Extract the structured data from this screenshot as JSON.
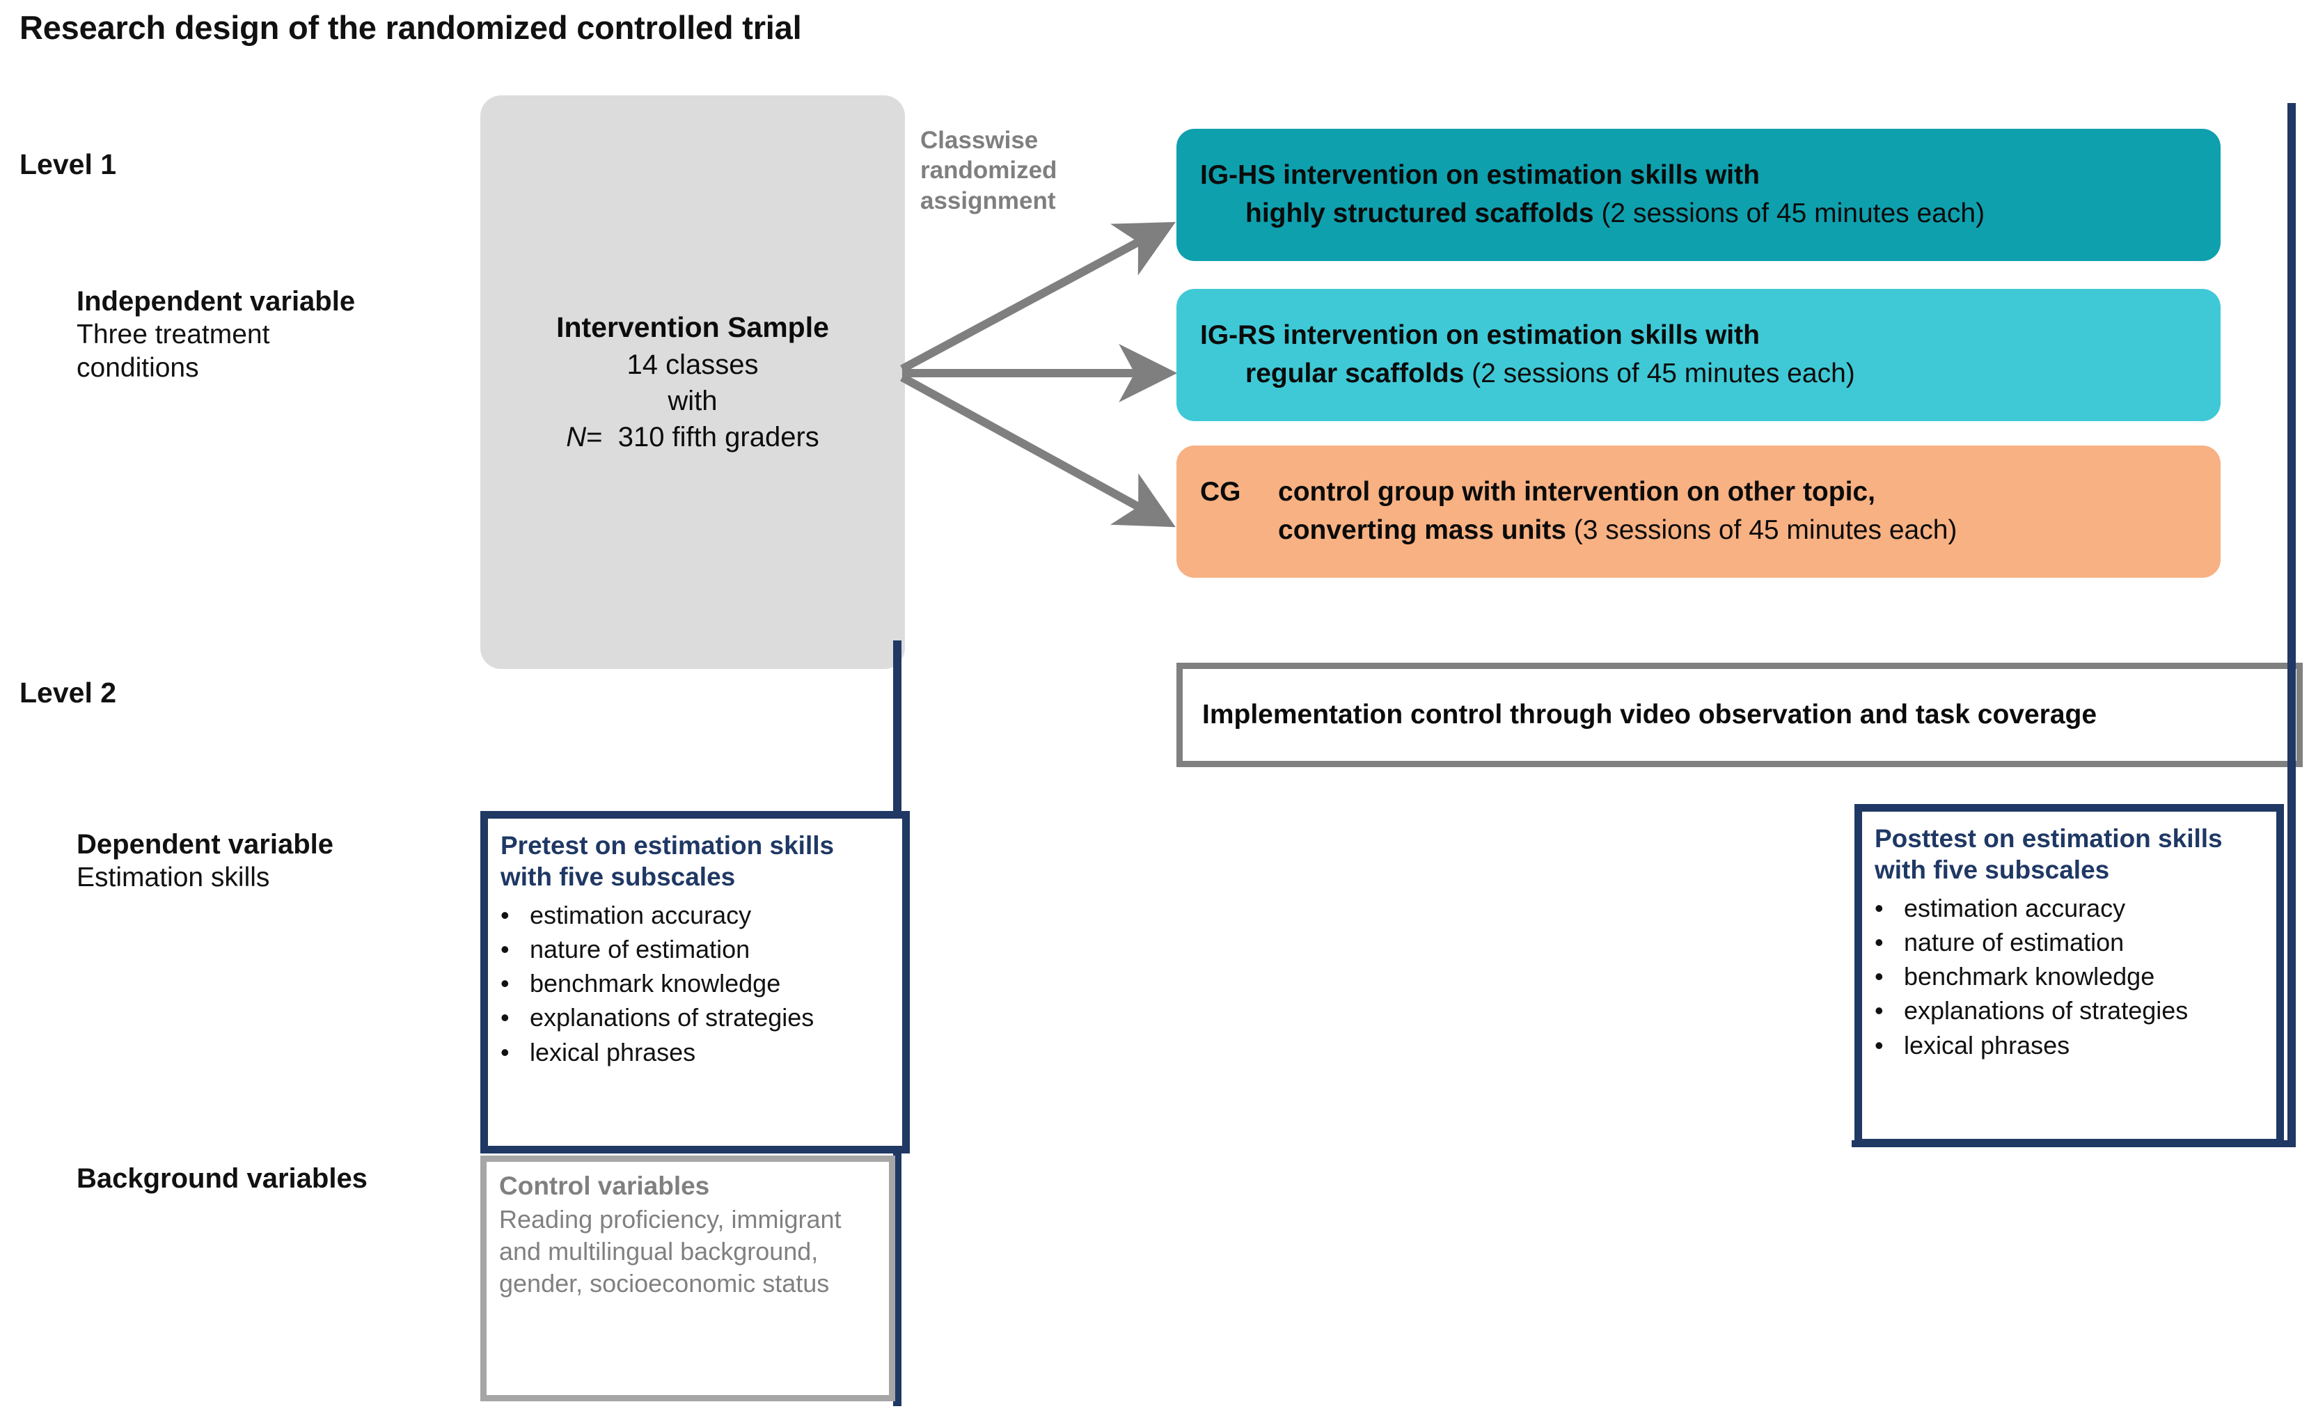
{
  "title": "Research design of the randomized controlled trial",
  "levels": {
    "level1": "Level 1",
    "level2": "Level 2"
  },
  "row_captions": {
    "independent": {
      "title": "Independent variable",
      "subtitle_line1": "Three treatment",
      "subtitle_line2": "conditions"
    },
    "dependent": {
      "title": "Dependent variable",
      "subtitle_line1": "Estimation skills"
    },
    "background": {
      "title": "Background variables"
    }
  },
  "sample": {
    "title": "Intervention Sample",
    "line1": "14 classes",
    "line2": "with",
    "n_symbol": "N",
    "n_equals": "=",
    "n_value": "310 fifth graders"
  },
  "randomization": {
    "line1": "Classwise",
    "line2": "randomized",
    "line3": "assignment"
  },
  "conditions": [
    {
      "tag": "IG-HS",
      "line1_rest": " intervention on estimation skills with",
      "line2_bold": "highly structured scaffolds",
      "line2_rest": " (2 sessions of 45 minutes each)",
      "color": "#0FA0AE"
    },
    {
      "tag": "IG-RS",
      "line1_rest": " intervention on estimation skills with",
      "line2_bold": "regular scaffolds",
      "line2_rest": "  (2 sessions of 45 minutes each)",
      "color": "#3FC9D6"
    },
    {
      "tag": "CG",
      "line1_rest": "control group with intervention on other topic,",
      "line2_bold": "converting mass units",
      "line2_rest": " (3 sessions of 45 minutes each)",
      "color": "#F8B183"
    }
  ],
  "implementation_control": {
    "text": "Implementation control through video observation and task coverage"
  },
  "pretest": {
    "title_line1": "Pretest on estimation skills",
    "title_line2": "with five subscales",
    "items": [
      "estimation accuracy",
      "nature of estimation",
      "benchmark knowledge",
      "explanations of strategies",
      "lexical phrases"
    ],
    "bullet": "•"
  },
  "posttest": {
    "title_line1": "Posttest on estimation skills",
    "title_line2": "with five subscales",
    "items": [
      "estimation accuracy",
      "nature of estimation",
      "benchmark knowledge",
      "explanations of strategies",
      "lexical phrases"
    ],
    "bullet": "•"
  },
  "control_variables": {
    "title": "Control variables",
    "body": "Reading proficiency, immigrant and multilingual background, gender, socioeconomic status"
  },
  "colors": {
    "navy": "#1F3864",
    "gray_box": "#dcdcdc",
    "arrow_gray": "#7f7f7f",
    "ighs": "#0FA0AE",
    "igrs": "#3FC9D6",
    "cg": "#F8B183",
    "frame_gray": "#808080",
    "light_gray_frame": "#A6A6A6"
  }
}
